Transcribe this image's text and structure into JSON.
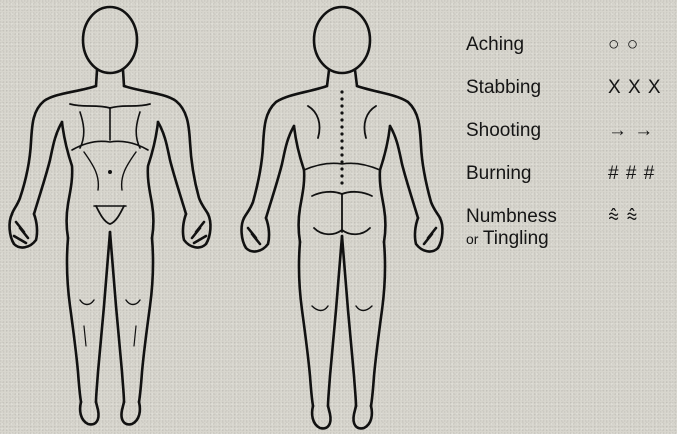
{
  "legend": {
    "aching": {
      "label": "Aching",
      "symbol": "○ ○"
    },
    "stabbing": {
      "label": "Stabbing",
      "symbol": "X X X"
    },
    "shooting": {
      "label": "Shooting",
      "symbol": "→ →"
    },
    "burning": {
      "label": "Burning",
      "symbol": "# # #"
    },
    "numbness": {
      "label": "Numbness",
      "connector": "or",
      "label2": "Tingling",
      "symbol": "⩯ ⩯"
    }
  },
  "figures": {
    "front": {
      "icon": "body-front-outline-icon"
    },
    "back": {
      "icon": "body-back-outline-icon"
    }
  },
  "colors": {
    "ink": "#111111",
    "paper": "#d8d6ce"
  }
}
